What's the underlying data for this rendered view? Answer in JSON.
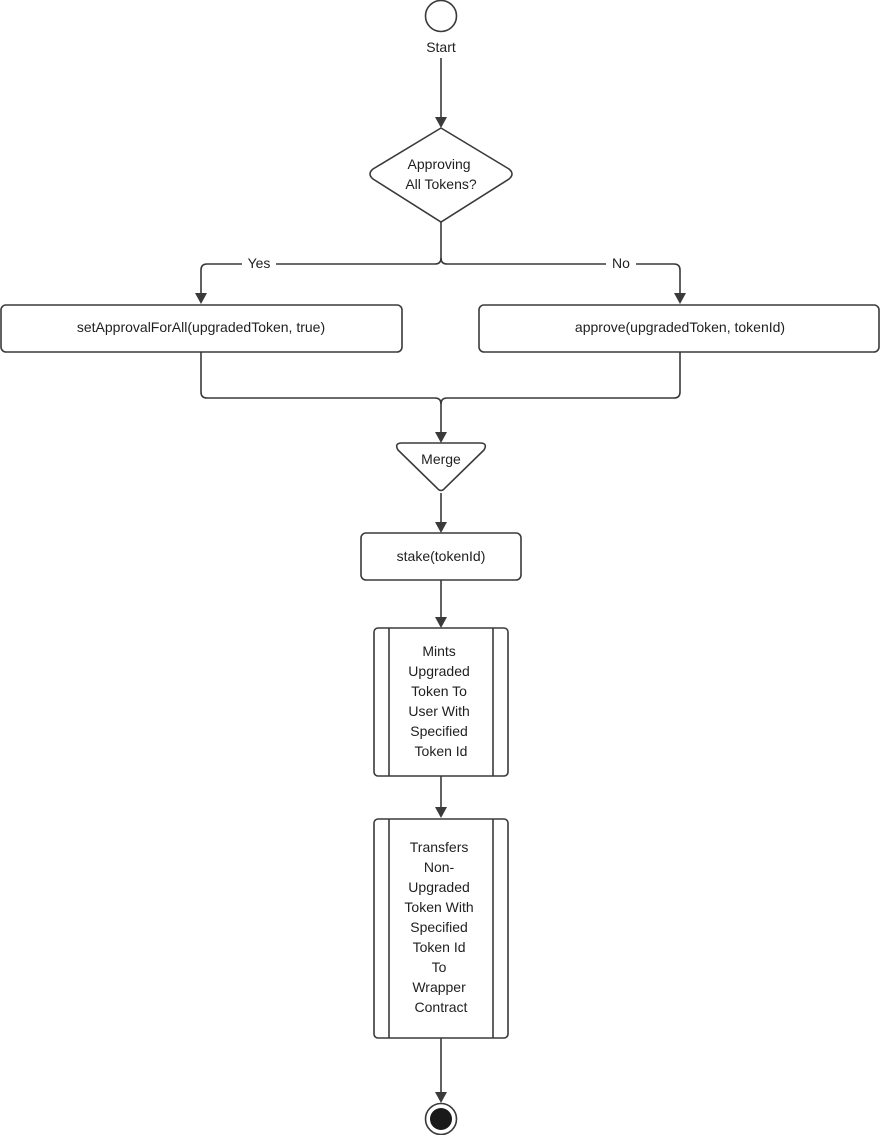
{
  "start": {
    "label": "Start"
  },
  "decision": {
    "lines": [
      "Approving",
      "All Tokens?"
    ]
  },
  "branches": {
    "yes": "Yes",
    "no": "No"
  },
  "actions": {
    "set_approval_all": "setApprovalForAll(upgradedToken, true)",
    "approve": "approve(upgradedToken, tokenId)",
    "stake": "stake(tokenId)"
  },
  "merge": {
    "label": "Merge"
  },
  "subprocess_mint": {
    "lines": [
      "Mints",
      "Upgraded",
      "Token To",
      "User With",
      "Specified",
      "Token Id"
    ]
  },
  "subprocess_transfer": {
    "lines": [
      "Transfers",
      "Non-",
      "Upgraded",
      "Token With",
      "Specified",
      "Token Id",
      "To",
      "Wrapper",
      "Contract"
    ]
  }
}
